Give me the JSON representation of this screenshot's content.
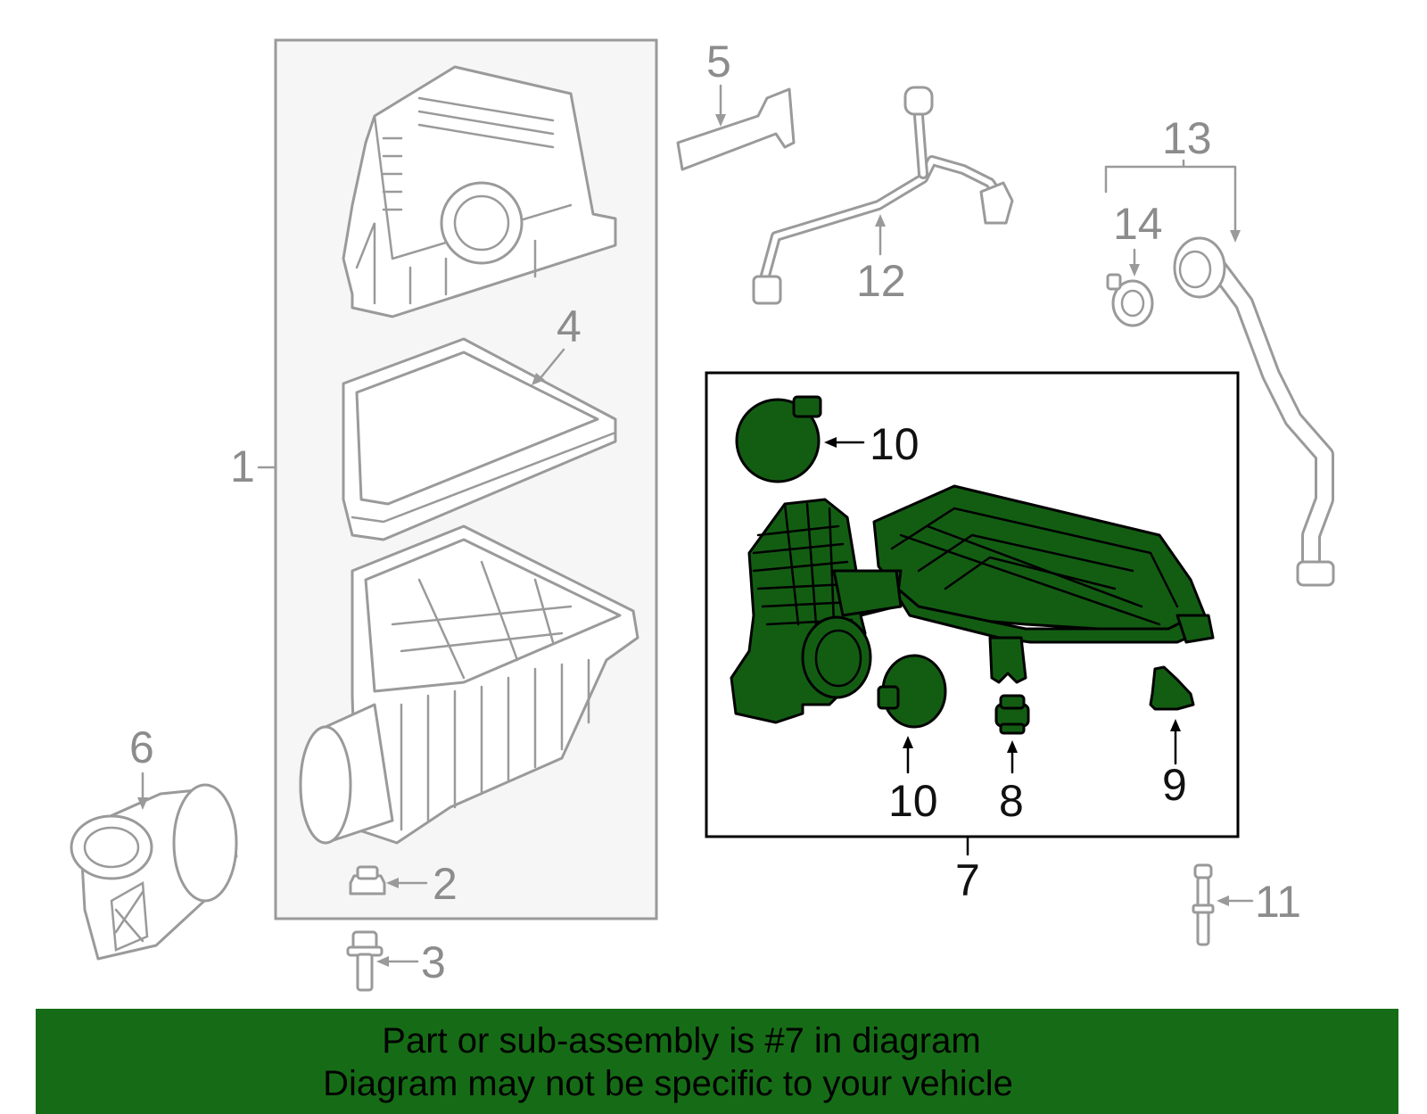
{
  "callouts": {
    "c1": "1",
    "c2": "2",
    "c3": "3",
    "c4": "4",
    "c5": "5",
    "c6": "6",
    "c7": "7",
    "c8": "8",
    "c9": "9",
    "c10a": "10",
    "c10b": "10",
    "c11": "11",
    "c12": "12",
    "c13": "13",
    "c14": "14"
  },
  "banner": {
    "line1": "Part or sub-assembly is #7 in diagram",
    "line2": "Diagram may not be specific to your vehicle"
  },
  "colors": {
    "highlight": "#135d13",
    "banner": "#166c16",
    "callout_grey": "#8c8c8c",
    "panel_fill": "#f6f6f6"
  }
}
